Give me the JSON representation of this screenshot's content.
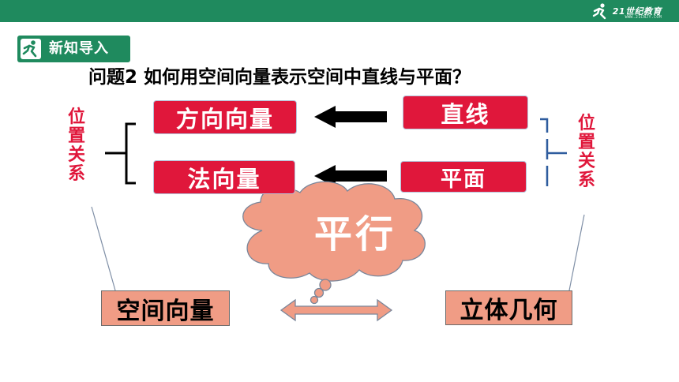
{
  "header": {
    "logo_text": "21世纪教育",
    "logo_sub": "WWW.21CNJY.COM",
    "accent_color": "#1f8a5e"
  },
  "badge": {
    "label": "新知导入",
    "icon": "runner-icon"
  },
  "question": "问题2 如何用空间向量表示空间中直线与平面？",
  "boxes": {
    "direction_vector": "方向向量",
    "normal_vector": "法向量",
    "line": "直线",
    "plane": "平面",
    "space_vector": "空间向量",
    "solid_geometry": "立体几何"
  },
  "side_labels": {
    "left": "位置关系",
    "right": "位置关系"
  },
  "cloud": {
    "text": "平行"
  },
  "colors": {
    "red_box": "#e0173b",
    "pink_box": "#f09c85",
    "cloud": "#f09c85",
    "label_red": "#e0173b"
  }
}
